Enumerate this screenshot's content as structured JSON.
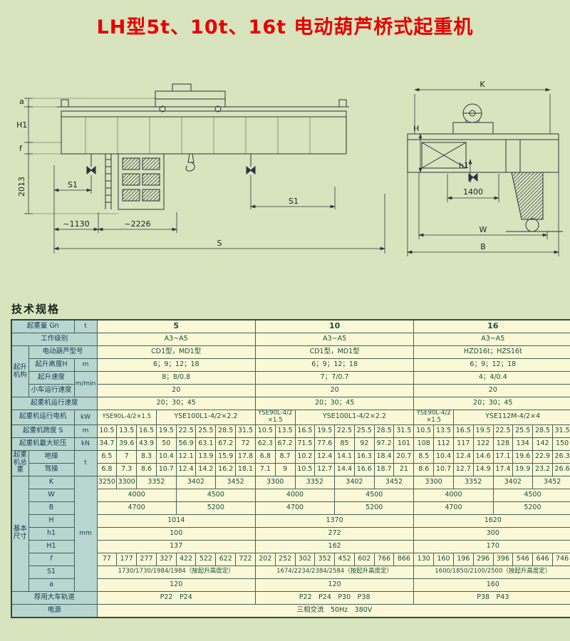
{
  "page": {
    "title": "LH型5t、10t、16t 电动葫芦桥式起重机",
    "section_heading": "技术规格"
  },
  "drawings": {
    "front_view": {
      "a": "a",
      "H1": "H1",
      "f": "f",
      "v2013": "2013",
      "S1_left": "S1",
      "S1_right": "S1",
      "d1130": "~1130",
      "d2226": "~2226",
      "S": "S"
    },
    "end_view": {
      "K": "K",
      "H": "H",
      "h1": "h1",
      "d1400": "1400",
      "W": "W",
      "B": "B"
    }
  },
  "table": {
    "rows": [
      [
        {
          "t": "起重量 Gn",
          "k": "label",
          "cs": 2
        },
        {
          "t": "t",
          "k": "unit"
        },
        {
          "t": "5",
          "k": "head",
          "cs": 8
        },
        {
          "t": "10",
          "k": "head",
          "cs": 8
        },
        {
          "t": "16",
          "k": "head",
          "cs": 8
        }
      ],
      [
        {
          "t": "工作级别",
          "k": "label",
          "cs": 3
        },
        {
          "t": "A3~A5",
          "cs": 8
        },
        {
          "t": "A3~A5",
          "cs": 8
        },
        {
          "t": "A3~A5",
          "cs": 8
        }
      ],
      [
        {
          "t": "起升机构",
          "k": "group",
          "rs": 4
        },
        {
          "t": "电动葫芦型号",
          "k": "label",
          "cs": 2
        },
        {
          "t": "CD1型，MD1型",
          "cs": 8
        },
        {
          "t": "CD1型，MD1型",
          "cs": 8
        },
        {
          "t": "HZD16t；HZS16t",
          "cs": 8
        }
      ],
      [
        {
          "t": "起升高度H",
          "k": "label"
        },
        {
          "t": "m",
          "k": "unit"
        },
        {
          "t": "6；9；12；18",
          "cs": 8
        },
        {
          "t": "6；9；12；18",
          "cs": 8
        },
        {
          "t": "6；9；12；18",
          "cs": 8
        }
      ],
      [
        {
          "t": "起升速度",
          "k": "label"
        },
        {
          "t": "m/min",
          "k": "unit",
          "rs": 2
        },
        {
          "t": "8；8/0.8",
          "cs": 8
        },
        {
          "t": "7；7/0.7",
          "cs": 8
        },
        {
          "t": "4；4/0.4",
          "cs": 8
        }
      ],
      [
        {
          "t": "小车运行速度",
          "k": "label"
        },
        {
          "t": "20",
          "cs": 8
        },
        {
          "t": "20",
          "cs": 8
        },
        {
          "t": "20",
          "cs": 8
        }
      ],
      [
        {
          "t": "起重机运行速度",
          "k": "label",
          "cs": 3
        },
        {
          "t": "20；30；45",
          "cs": 8
        },
        {
          "t": "20；30；45",
          "cs": 8
        },
        {
          "t": "20；30；45",
          "cs": 8
        }
      ],
      [
        {
          "t": "起重机运行电机",
          "k": "label",
          "cs": 2
        },
        {
          "t": "kW",
          "k": "unit"
        },
        {
          "t": "YSE90L-4/2×1.5",
          "cs": 3,
          "k": "d sm"
        },
        {
          "t": "YSE100L1-4/2×2.2",
          "cs": 5
        },
        {
          "t": "YSE90L-4/2×1.5",
          "cs": 2,
          "k": "d sm"
        },
        {
          "t": "YSE100L1-4/2×2.2",
          "cs": 6
        },
        {
          "t": "YSE90L-4/2×1.5",
          "cs": 2,
          "k": "d sm"
        },
        {
          "t": "YSE112M-4/2×4",
          "cs": 6
        }
      ],
      [
        {
          "t": "起重机跨度 S",
          "k": "label",
          "cs": 2
        },
        {
          "t": "m",
          "k": "unit"
        },
        "10.5",
        "13.5",
        "16.5",
        "19.5",
        "22.5",
        "25.5",
        "28.5",
        "31.5",
        "10.5",
        "13.5",
        "16.5",
        "19.5",
        "22.5",
        "25.5",
        "28.5",
        "31.5",
        "10.5",
        "13.5",
        "16.5",
        "19.5",
        "22.5",
        "25.5",
        "28.5",
        "31.5"
      ],
      [
        {
          "t": "起重机最大轮压",
          "k": "label",
          "cs": 2
        },
        {
          "t": "kN",
          "k": "unit"
        },
        "34.7",
        "39.6",
        "43.9",
        "50",
        "56.9",
        "63.1",
        "67.2",
        "72",
        "62.3",
        "67.2",
        "71.5",
        "77.6",
        "85",
        "92",
        "97.2",
        "101",
        "108",
        "112",
        "117",
        "122",
        "128",
        "134",
        "142",
        "150"
      ],
      [
        {
          "t": "起重机总重",
          "k": "group",
          "rs": 2
        },
        {
          "t": "地操",
          "k": "label"
        },
        {
          "t": "t",
          "k": "unit",
          "rs": 2
        },
        "6.5",
        "7",
        "8.3",
        "10.4",
        "12.1",
        "13.9",
        "15.9",
        "17.8",
        "6.8",
        "8.7",
        "10.2",
        "12.4",
        "14.1",
        "16.3",
        "18.4",
        "20.7",
        "8.5",
        "10.4",
        "12.4",
        "14.6",
        "17.1",
        "19.6",
        "22.9",
        "26.3"
      ],
      [
        {
          "t": "驾操",
          "k": "label"
        },
        "6.8",
        "7.3",
        "8.6",
        "10.7",
        "12.4",
        "14.2",
        "16.2",
        "18.1",
        "7.1",
        "9",
        "10.5",
        "12.7",
        "14.4",
        "16.6",
        "18.7",
        "21",
        "8.6",
        "10.7",
        "12.7",
        "14.9",
        "17.4",
        "19.9",
        "23.2",
        "26.6"
      ],
      [
        {
          "t": "基本尺寸",
          "k": "group",
          "rs": 9
        },
        {
          "t": "K",
          "k": "label"
        },
        {
          "t": "mm",
          "k": "unit",
          "rs": 9
        },
        "3250",
        "3300",
        {
          "t": "3352",
          "cs": 2
        },
        {
          "t": "3402",
          "cs": 2
        },
        {
          "t": "3452",
          "cs": 2
        },
        {
          "t": "3300",
          "cs": 2
        },
        {
          "t": "3352",
          "cs": 2
        },
        {
          "t": "3402",
          "cs": 2
        },
        {
          "t": "3452",
          "cs": 2
        },
        {
          "t": "3300",
          "cs": 2
        },
        {
          "t": "3352",
          "cs": 2
        },
        {
          "t": "3402",
          "cs": 2
        },
        {
          "t": "3452",
          "cs": 2
        }
      ],
      [
        {
          "t": "W",
          "k": "label"
        },
        {
          "t": "4000",
          "cs": 4
        },
        {
          "t": "4500",
          "cs": 4
        },
        {
          "t": "4000",
          "cs": 4
        },
        {
          "t": "4500",
          "cs": 4
        },
        {
          "t": "4000",
          "cs": 4
        },
        {
          "t": "4500",
          "cs": 4
        }
      ],
      [
        {
          "t": "B",
          "k": "label"
        },
        {
          "t": "4700",
          "cs": 4
        },
        {
          "t": "5200",
          "cs": 4
        },
        {
          "t": "4700",
          "cs": 4
        },
        {
          "t": "5200",
          "cs": 4
        },
        {
          "t": "4700",
          "cs": 4
        },
        {
          "t": "5200",
          "cs": 4
        }
      ],
      [
        {
          "t": "H",
          "k": "label"
        },
        {
          "t": "1014",
          "cs": 8
        },
        {
          "t": "1370",
          "cs": 8
        },
        {
          "t": "1620",
          "cs": 8
        }
      ],
      [
        {
          "t": "h1",
          "k": "label"
        },
        {
          "t": "100",
          "cs": 8
        },
        {
          "t": "272",
          "cs": 8
        },
        {
          "t": "300",
          "cs": 8
        }
      ],
      [
        {
          "t": "H1",
          "k": "label"
        },
        {
          "t": "137",
          "cs": 8
        },
        {
          "t": "162",
          "cs": 8
        },
        {
          "t": "170",
          "cs": 8
        }
      ],
      [
        {
          "t": "f",
          "k": "label"
        },
        "77",
        "177",
        "277",
        "327",
        "422",
        "522",
        "622",
        "722",
        "202",
        "252",
        "302",
        "352",
        "452",
        "602",
        "766",
        "866",
        "130",
        "160",
        "196",
        "296",
        "396",
        "546",
        "646",
        "746"
      ],
      [
        {
          "t": "S1",
          "k": "label"
        },
        {
          "t": "1730/1730/1984/1984（按起升高度定）",
          "cs": 8,
          "k": "d sm"
        },
        {
          "t": "1674/2234/2384/2584（按起升高度定）",
          "cs": 8,
          "k": "d sm"
        },
        {
          "t": "1600/1850/2100/2500（按起升高度定）",
          "cs": 8,
          "k": "d sm"
        }
      ],
      [
        {
          "t": "a",
          "k": "label"
        },
        {
          "t": "120",
          "cs": 8
        },
        {
          "t": "120",
          "cs": 8
        },
        {
          "t": "160",
          "cs": 8
        }
      ],
      [
        {
          "t": "荐用大车轨道",
          "k": "label",
          "cs": 3
        },
        {
          "t": "P22　P24",
          "cs": 8
        },
        {
          "t": "P22　P24　P30　P38",
          "cs": 8
        },
        {
          "t": "P38　P43",
          "cs": 8
        }
      ],
      [
        {
          "t": "电源",
          "k": "label",
          "cs": 3
        },
        {
          "t": "三相交流　50Hz　380V",
          "cs": 24
        }
      ]
    ]
  }
}
